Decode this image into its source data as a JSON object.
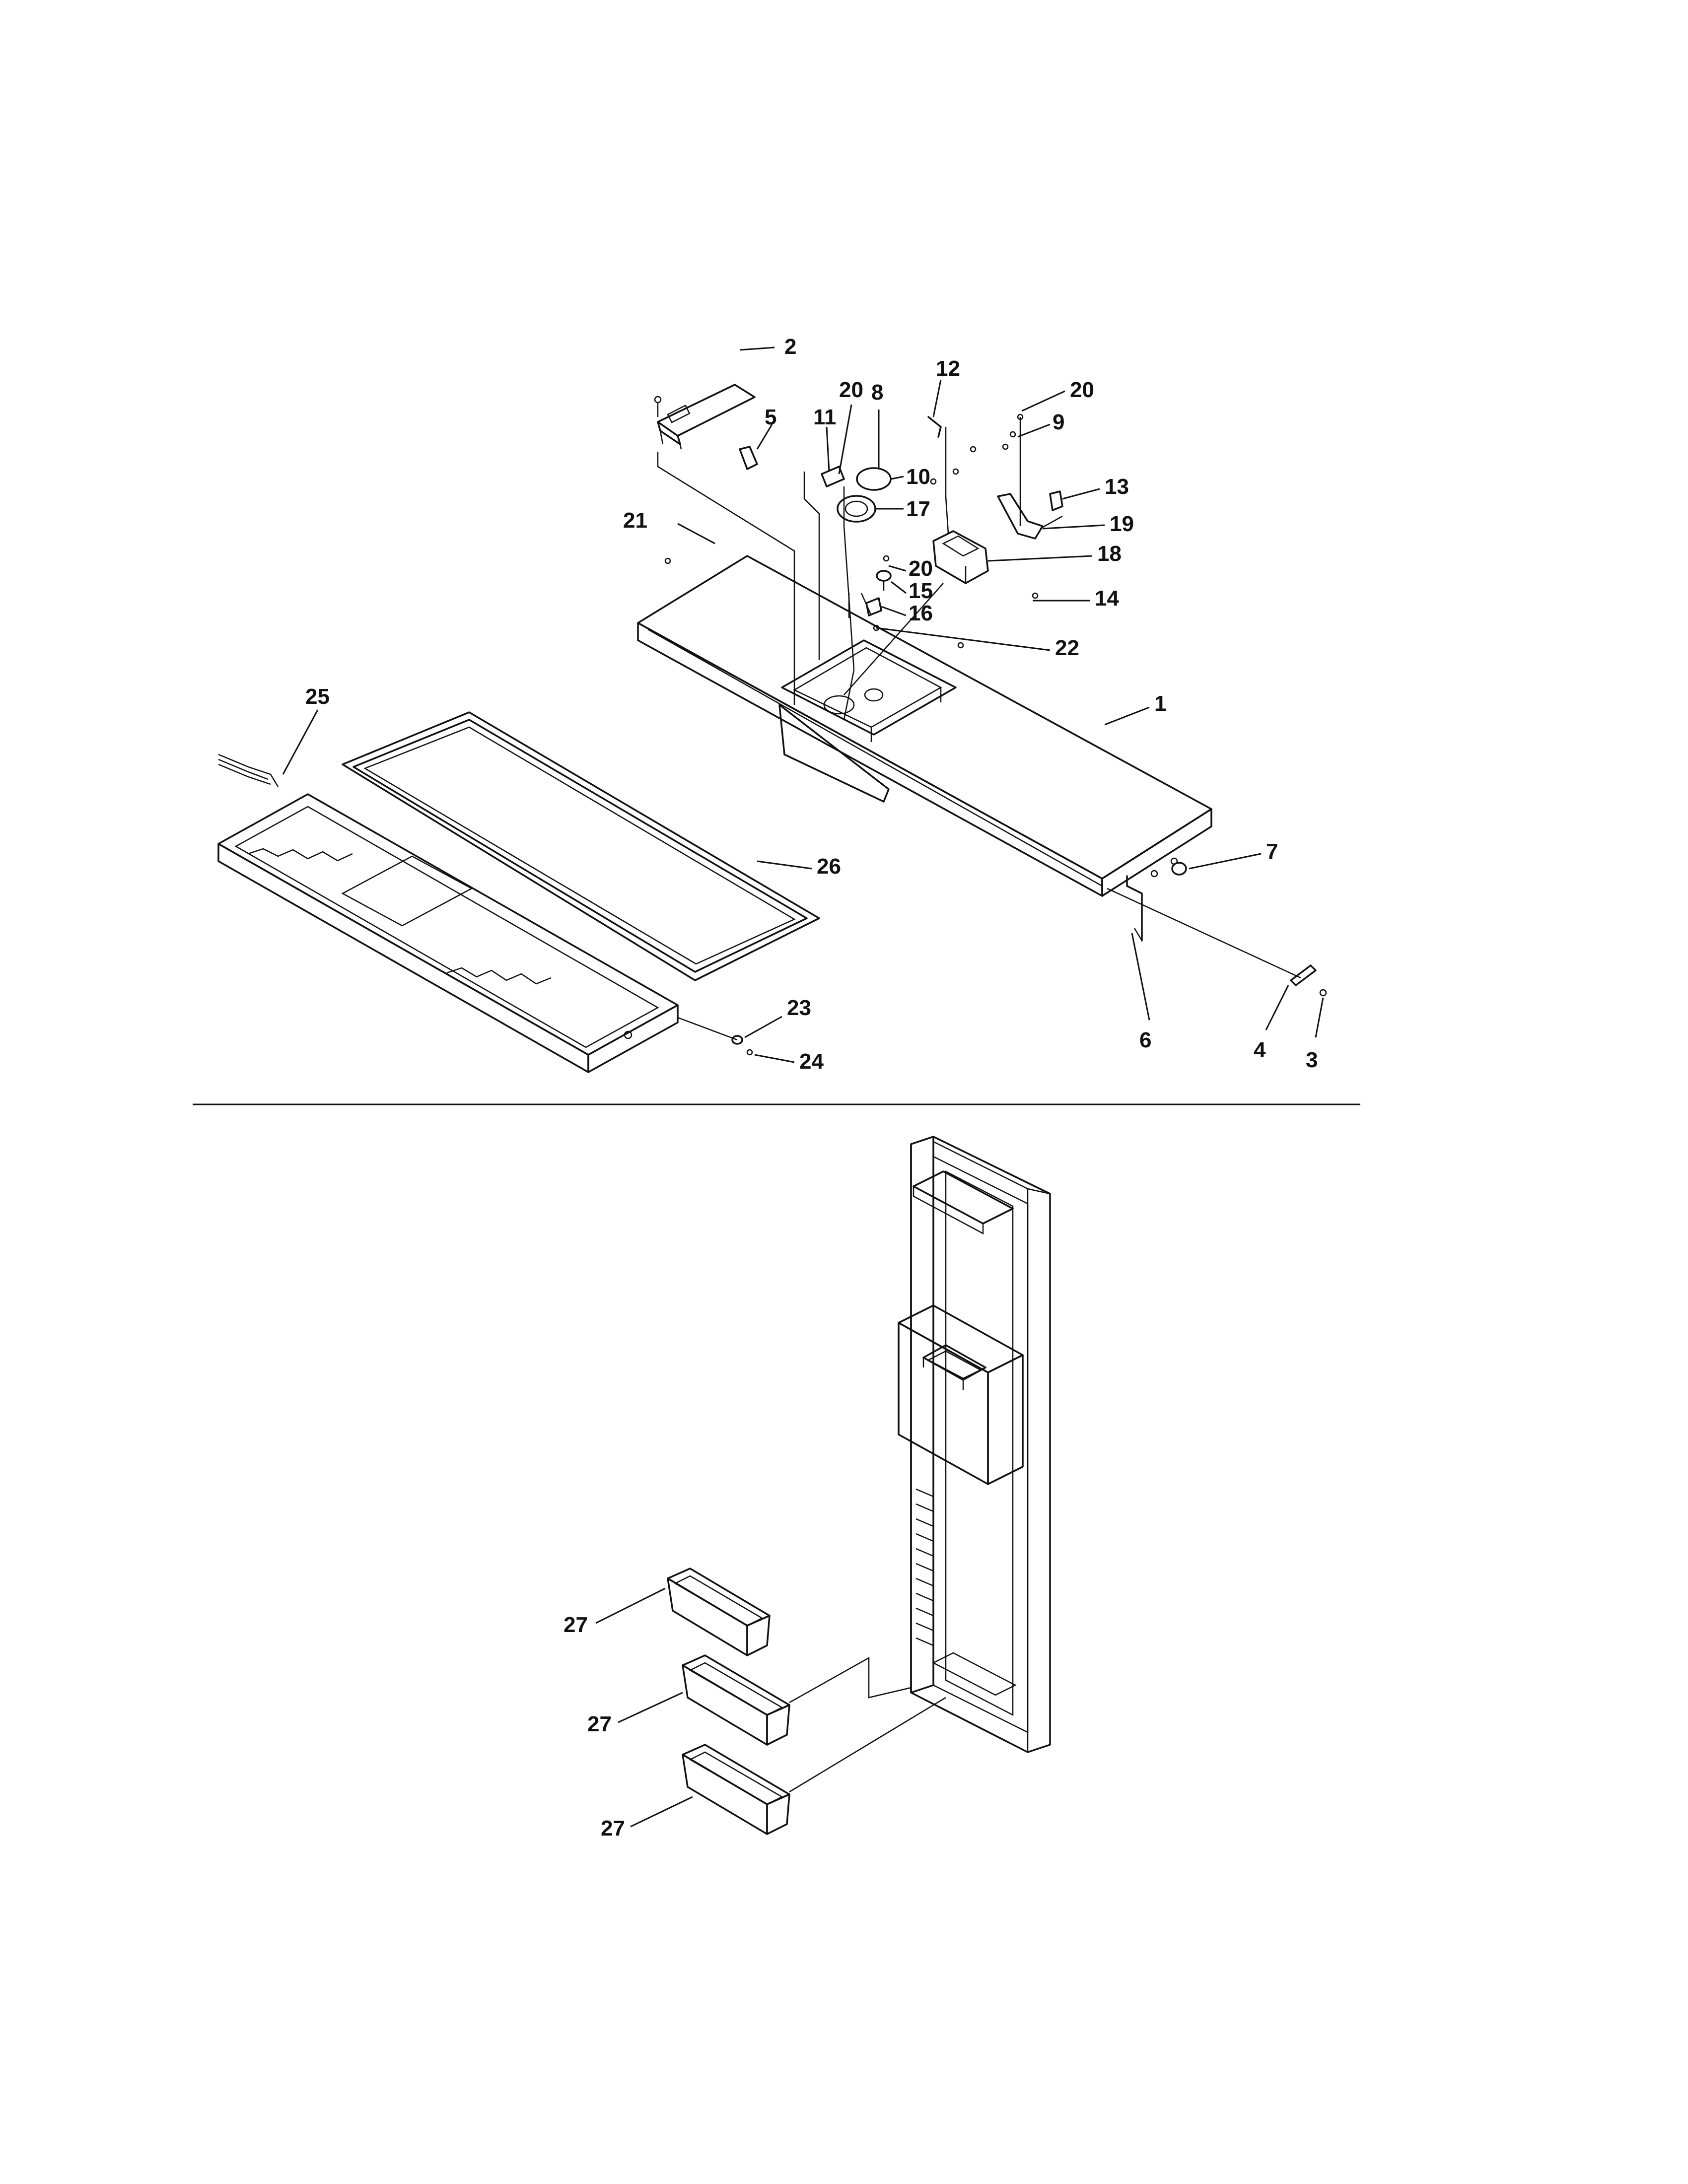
{
  "callouts": [
    {
      "id": "c2",
      "text": "2"
    },
    {
      "id": "c5",
      "text": "5"
    },
    {
      "id": "c20a",
      "text": "20"
    },
    {
      "id": "c11",
      "text": "11"
    },
    {
      "id": "c8",
      "text": "8"
    },
    {
      "id": "c12",
      "text": "12"
    },
    {
      "id": "c20b",
      "text": "20"
    },
    {
      "id": "c9",
      "text": "9"
    },
    {
      "id": "c10",
      "text": "10"
    },
    {
      "id": "c17",
      "text": "17"
    },
    {
      "id": "c13",
      "text": "13"
    },
    {
      "id": "c19",
      "text": "19"
    },
    {
      "id": "c21",
      "text": "21"
    },
    {
      "id": "c18",
      "text": "18"
    },
    {
      "id": "c20c",
      "text": "20"
    },
    {
      "id": "c15",
      "text": "15"
    },
    {
      "id": "c16",
      "text": "16"
    },
    {
      "id": "c14",
      "text": "14"
    },
    {
      "id": "c22",
      "text": "22"
    },
    {
      "id": "c1",
      "text": "1"
    },
    {
      "id": "c25",
      "text": "25"
    },
    {
      "id": "c26",
      "text": "26"
    },
    {
      "id": "c7",
      "text": "7"
    },
    {
      "id": "c23",
      "text": "23"
    },
    {
      "id": "c24",
      "text": "24"
    },
    {
      "id": "c6",
      "text": "6"
    },
    {
      "id": "c4",
      "text": "4"
    },
    {
      "id": "c3",
      "text": "3"
    },
    {
      "id": "c27a",
      "text": "27"
    },
    {
      "id": "c27b",
      "text": "27"
    },
    {
      "id": "c27c",
      "text": "27"
    }
  ]
}
